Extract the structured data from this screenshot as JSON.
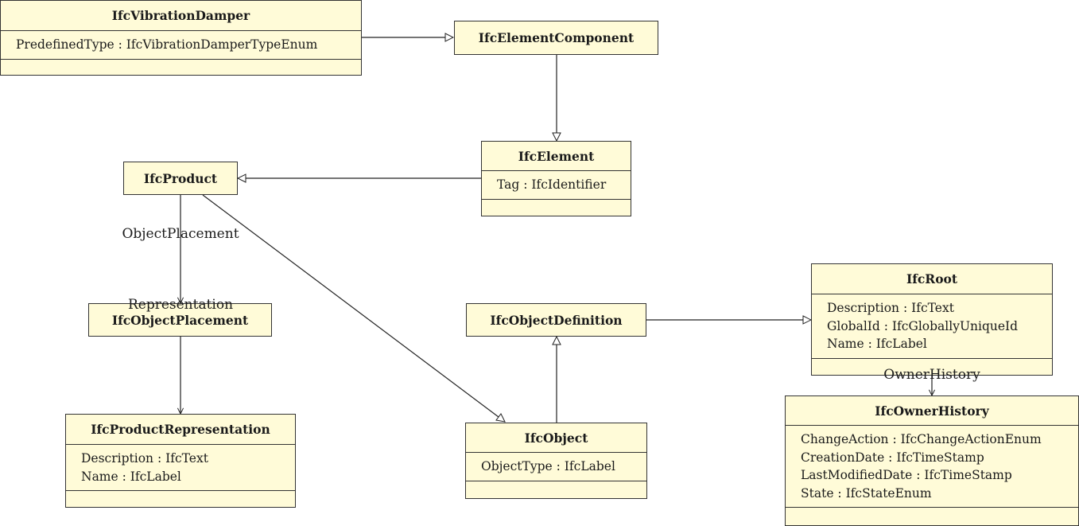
{
  "classes": {
    "vibration_damper": {
      "name": "IfcVibrationDamper",
      "attrs": [
        "PredefinedType : IfcVibrationDamperTypeEnum"
      ]
    },
    "element_component": {
      "name": "IfcElementComponent"
    },
    "element": {
      "name": "IfcElement",
      "attrs": [
        "Tag : IfcIdentifier"
      ]
    },
    "product": {
      "name": "IfcProduct"
    },
    "object_placement": {
      "name": "IfcObjectPlacement"
    },
    "product_representation": {
      "name": "IfcProductRepresentation",
      "attrs": [
        "Description : IfcText",
        "Name : IfcLabel"
      ]
    },
    "object_definition": {
      "name": "IfcObjectDefinition"
    },
    "object": {
      "name": "IfcObject",
      "attrs": [
        "ObjectType : IfcLabel"
      ]
    },
    "root": {
      "name": "IfcRoot",
      "attrs": [
        "Description : IfcText",
        "GlobalId : IfcGloballyUniqueId",
        "Name : IfcLabel"
      ]
    },
    "owner_history": {
      "name": "IfcOwnerHistory",
      "attrs": [
        "ChangeAction : IfcChangeActionEnum",
        "CreationDate : IfcTimeStamp",
        "LastModifiedDate : IfcTimeStamp",
        "State : IfcStateEnum"
      ]
    }
  },
  "associations": {
    "object_placement": "ObjectPlacement",
    "representation": "Representation",
    "owner_history": "OwnerHistory"
  }
}
